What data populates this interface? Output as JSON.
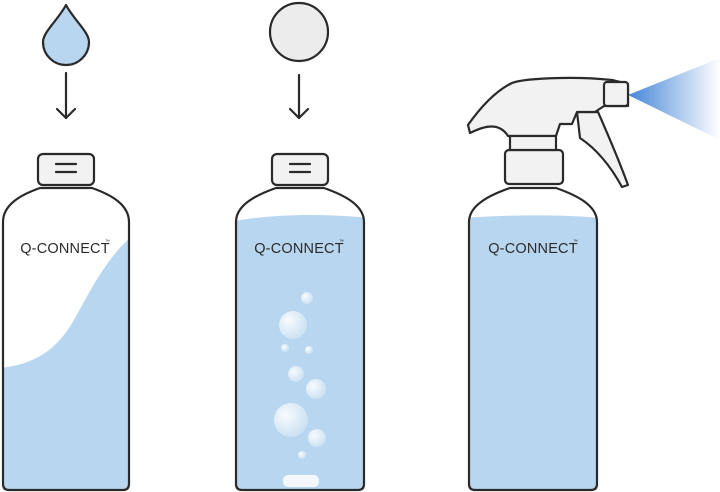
{
  "steps": [
    {
      "label": "Q-CONNECT",
      "trademark": "™",
      "icon": "water-drop-icon"
    },
    {
      "label": "Q-CONNECT",
      "trademark": "™",
      "icon": "tablet-icon"
    },
    {
      "label": "Q-CONNECT",
      "trademark": "™",
      "icon": "spray-trigger-icon"
    }
  ],
  "colors": {
    "liquid": "#b8d6ef",
    "outline": "#2a2a2a",
    "cap": "#f2f2f2",
    "tablet": "#ececec",
    "spray": "#3b7fd6"
  }
}
